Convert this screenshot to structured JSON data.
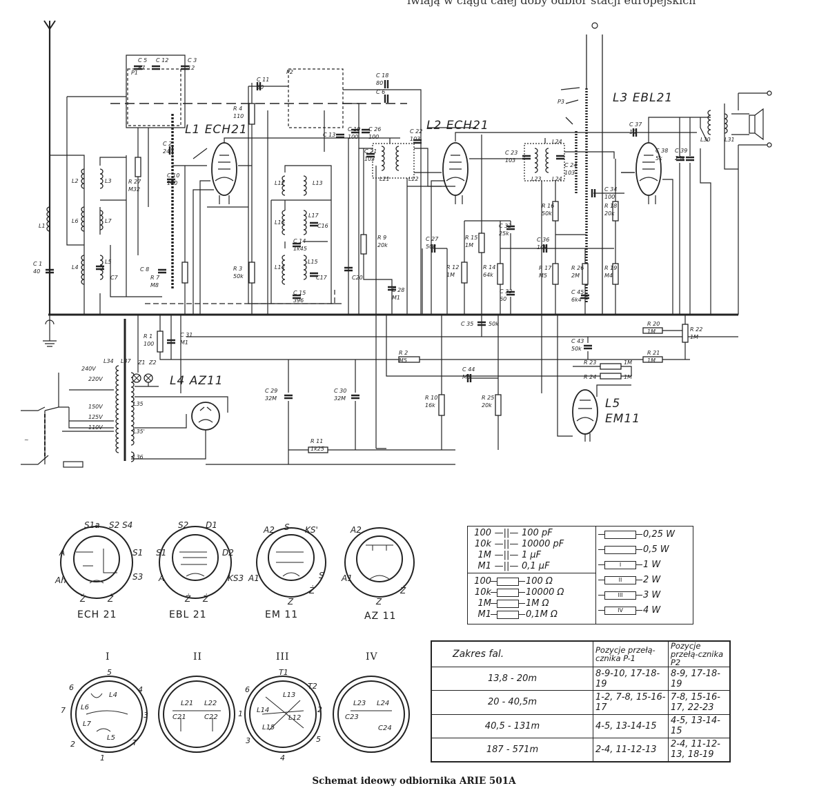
{
  "top_text": "iwiają w ciągu całej doby odbiór stacji europejskich",
  "tubes": {
    "l1": "L1 ECH21",
    "l2": "L2 ECH21",
    "l3": "L3 EBL21",
    "l4": "L4 AZ11",
    "l5a": "L5",
    "l5b": "EM11"
  },
  "components": [
    {
      "ref": "C 5",
      "value": "87"
    },
    {
      "ref": "C 12",
      "value": ""
    },
    {
      "ref": "C 3",
      "value": "12"
    },
    {
      "ref": "C 11",
      "value": "80"
    },
    {
      "ref": "C 18",
      "value": "80"
    },
    {
      "ref": "C 6",
      "value": ""
    },
    {
      "ref": "R 4",
      "value": "110"
    },
    {
      "ref": "C 2",
      "value": "24"
    },
    {
      "ref": "C 10",
      "value": "100"
    },
    {
      "ref": "R 27",
      "value": "M32"
    },
    {
      "ref": "C 1",
      "value": "40"
    },
    {
      "ref": "C 8",
      "value": ""
    },
    {
      "ref": "R 7",
      "value": "M8"
    },
    {
      "ref": "R 3",
      "value": "50k"
    },
    {
      "ref": "C 14",
      "value": "1k45"
    },
    {
      "ref": "C 15",
      "value": "396"
    },
    {
      "ref": "C 19",
      "value": "100"
    },
    {
      "ref": "C 26",
      "value": "100"
    },
    {
      "ref": "C 13",
      "value": ""
    },
    {
      "ref": "C 21",
      "value": "103"
    },
    {
      "ref": "C 22",
      "value": "103"
    },
    {
      "ref": "R 9",
      "value": "20k"
    },
    {
      "ref": "C 28",
      "value": "M1"
    },
    {
      "ref": "C 27",
      "value": "50k"
    },
    {
      "ref": "R 15",
      "value": "1M"
    },
    {
      "ref": "R 12",
      "value": "1M"
    },
    {
      "ref": "R 14",
      "value": "64k"
    },
    {
      "ref": "C 32",
      "value": "25k"
    },
    {
      "ref": "C 33",
      "value": "60"
    },
    {
      "ref": "C 23",
      "value": "103"
    },
    {
      "ref": "C 24",
      "value": "103"
    },
    {
      "ref": "R 16",
      "value": "50k"
    },
    {
      "ref": "C 36",
      "value": "10k"
    },
    {
      "ref": "R 17",
      "value": "M5"
    },
    {
      "ref": "R 26",
      "value": "2M"
    },
    {
      "ref": "C 45",
      "value": "6k4"
    },
    {
      "ref": "C 34",
      "value": "100"
    },
    {
      "ref": "R 18",
      "value": "20k"
    },
    {
      "ref": "R 19",
      "value": "M4"
    },
    {
      "ref": "C 37",
      "value": "10"
    },
    {
      "ref": "C 38",
      "value": "5k"
    },
    {
      "ref": "C 39",
      "value": "25k"
    },
    {
      "ref": "C 35",
      "value": "50k"
    },
    {
      "ref": "R 1",
      "value": "100"
    },
    {
      "ref": "C 31",
      "value": "M1"
    },
    {
      "ref": "R 2",
      "value": "M5"
    },
    {
      "ref": "C 29",
      "value": "32M"
    },
    {
      "ref": "C 30",
      "value": "32M"
    },
    {
      "ref": "C 44",
      "value": "M5"
    },
    {
      "ref": "R 10",
      "value": "16k"
    },
    {
      "ref": "R 25",
      "value": "20k"
    },
    {
      "ref": "R 11",
      "value": "1k25"
    },
    {
      "ref": "C 43",
      "value": "50k"
    },
    {
      "ref": "R 20",
      "value": "1M"
    },
    {
      "ref": "R 21",
      "value": "1M"
    },
    {
      "ref": "R 22",
      "value": "1M"
    },
    {
      "ref": "R 23",
      "value": "1M"
    },
    {
      "ref": "R 24",
      "value": "1M"
    }
  ],
  "labels": [
    "L2",
    "L3",
    "L6",
    "L7",
    "L4",
    "L5",
    "L1",
    "C7",
    "L12",
    "L13",
    "L16",
    "L17",
    "C16",
    "L14",
    "L15",
    "C17",
    "C20",
    "L21",
    "L22",
    "L23",
    "L24",
    "L24",
    "P1",
    "P2",
    "P3",
    "L30",
    "L31",
    "L34",
    "L37",
    "Z1",
    "Z2",
    "240V",
    "220V",
    "150V",
    "125V",
    "110V",
    "L35",
    "L35'",
    "L36",
    "~"
  ],
  "sockets": [
    {
      "name": "ECH 21",
      "pins": [
        "S1a",
        "S2 S4",
        "A",
        "S1",
        "Ah",
        "S3",
        "Ż",
        "Ż"
      ]
    },
    {
      "name": "EBL 21",
      "pins": [
        "S2",
        "D1",
        "S1",
        "D2",
        "A",
        "KS3",
        "Ż",
        "Ż"
      ]
    },
    {
      "name": "EM 11",
      "pins": [
        "A2",
        "S",
        "KS'",
        "A1",
        "S",
        "Ż",
        "Ż"
      ]
    },
    {
      "name": "AZ 11",
      "pins": [
        "A2",
        "A1",
        "Ż",
        "Ż"
      ]
    }
  ],
  "coil_bases": [
    {
      "name": "I",
      "pins": [
        "5",
        "6",
        "4",
        "7",
        "3",
        "2",
        "T",
        "1"
      ],
      "coils": [
        "L4",
        "L6",
        "L7",
        "L5"
      ]
    },
    {
      "name": "II",
      "coils": [
        "L21",
        "L22",
        "C21",
        "C22"
      ]
    },
    {
      "name": "III",
      "pins": [
        "T1",
        "T2",
        "6",
        "2",
        "1",
        "3",
        "5",
        "4"
      ],
      "coils": [
        "L13",
        "L14",
        "L12",
        "L15"
      ]
    },
    {
      "name": "IV",
      "coils": [
        "L23",
        "L24",
        "C23",
        "C24"
      ]
    }
  ],
  "legend": {
    "capacitors": [
      {
        "code": "100",
        "meaning": "100 pF"
      },
      {
        "code": "10k",
        "meaning": "10000 pF"
      },
      {
        "code": "1M",
        "meaning": "1 µF"
      },
      {
        "code": "M1",
        "meaning": "0,1 µF"
      }
    ],
    "resistors": [
      {
        "code": "100",
        "meaning": "100 Ω"
      },
      {
        "code": "10k",
        "meaning": "10000 Ω"
      },
      {
        "code": "1M",
        "meaning": "1M Ω"
      },
      {
        "code": "M1",
        "meaning": "0,1M Ω"
      }
    ],
    "power": [
      {
        "mark": "",
        "rating": "0,25 W"
      },
      {
        "mark": "",
        "rating": "0,5 W"
      },
      {
        "mark": "I",
        "rating": "1 W"
      },
      {
        "mark": "II",
        "rating": "2 W"
      },
      {
        "mark": "III",
        "rating": "3 W"
      },
      {
        "mark": "IV",
        "rating": "4 W"
      }
    ]
  },
  "band_table": {
    "headers": [
      "Zakres fal.",
      "Pozycje przełą-cznika P-1",
      "Pozycje przełą-cznika P2"
    ],
    "rows": [
      [
        "13,8 - 20m",
        "8-9-10, 17-18-19",
        "8-9, 17-18-19"
      ],
      [
        "20 - 40,5m",
        "1-2, 7-8, 15-16-17",
        "7-8, 15-16-17, 22-23"
      ],
      [
        "40,5 - 131m",
        "4-5, 13-14-15",
        "4-5, 13-14-15"
      ],
      [
        "187 - 571m",
        "2-4, 11-12-13",
        "2-4, 11-12-13, 18-19"
      ]
    ]
  },
  "caption": "Schemat ideowy odbiornika ARIE 501A"
}
